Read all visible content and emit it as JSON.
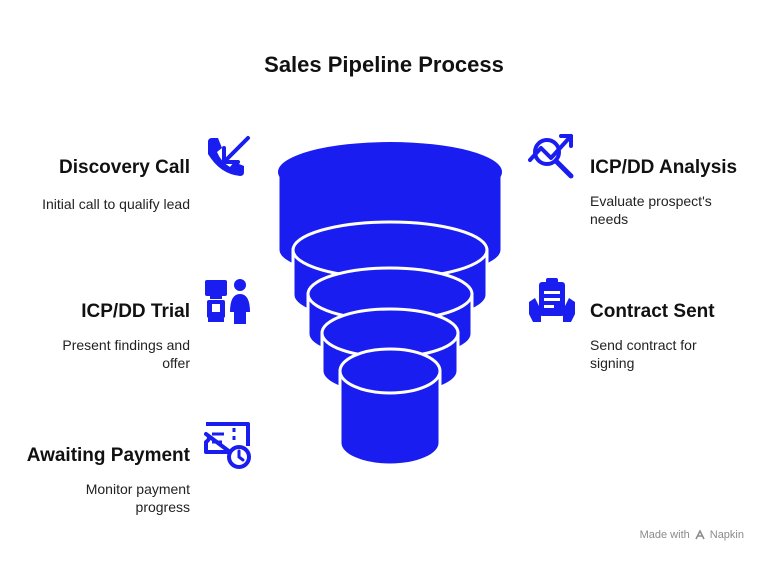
{
  "title": "Sales Pipeline Process",
  "accent_color": "#1a1df0",
  "stages": [
    {
      "title": "Discovery Call",
      "desc": "Initial call to qualify lead",
      "icon": "phone-incoming-icon"
    },
    {
      "title": "ICP/DD Analysis",
      "desc": "Evaluate prospect's needs",
      "icon": "chart-magnifier-icon"
    },
    {
      "title": "ICP/DD Trial",
      "desc": "Present findings and offer",
      "icon": "presentation-icon"
    },
    {
      "title": "Contract Sent",
      "desc": "Send contract for signing",
      "icon": "contract-hands-icon"
    },
    {
      "title": "Awaiting Payment",
      "desc": "Monitor payment progress",
      "icon": "ticket-clock-icon"
    }
  ],
  "footer": {
    "made_with": "Made with",
    "brand": "Napkin"
  }
}
